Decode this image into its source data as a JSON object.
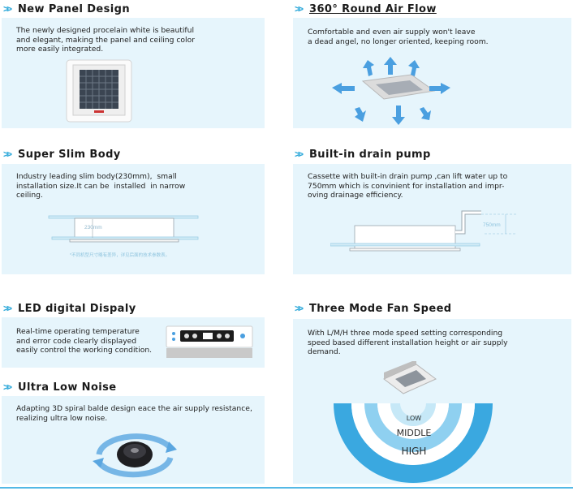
{
  "sections": {
    "new_panel": {
      "title": "New Panel Design",
      "text": "The newly designed procelain white is beautiful\nand elegant, making the panel and ceiling color\nmore easily integrated."
    },
    "round_air": {
      "title": "360° Round Air Flow",
      "text": "Comfortable and even air supply won't leave\na dead angel, no longer oriented, keeping room."
    },
    "slim_body": {
      "title": "Super Slim Body",
      "text": "Industry leading slim body(230mm),  small\ninstallation size.It can be  installed  in narrow\nceiling.",
      "dim_label": "230mm",
      "footnote": "*不同机型尺寸略有差异，详见后面的技术参数表。"
    },
    "drain_pump": {
      "title": "Built-in drain pump",
      "text": "Cassette with built-in drain pump ,can lift water up to\n750mm which is convinient for installation and impr-\noving drainage efficiency.",
      "dim_label": "750mm"
    },
    "led_display": {
      "title": "LED digital Dispaly",
      "text": "Real-time operating temperature\nand error code clearly displayed\neasily control the working condition."
    },
    "fan_speed": {
      "title": "Three Mode Fan Speed",
      "text": "With L/M/H three mode speed setting corresponding\nspeed based different installation height or air supply\ndemand.",
      "low": "LOW",
      "middle": "MIDDLE",
      "high": "HIGH"
    },
    "low_noise": {
      "title": "Ultra Low Noise",
      "text": "Adapting 3D spiral balde design eace the air supply resistance,\nrealizing ultra low noise."
    }
  },
  "colors": {
    "accent": "#2aa7d9",
    "panel_bg": "#e6f5fc",
    "arrow_blue": "#4a9fe0",
    "arc_outer": "#3aa8e0",
    "arc_mid": "#8fd0f0",
    "arc_inner": "#c6e8f7"
  }
}
